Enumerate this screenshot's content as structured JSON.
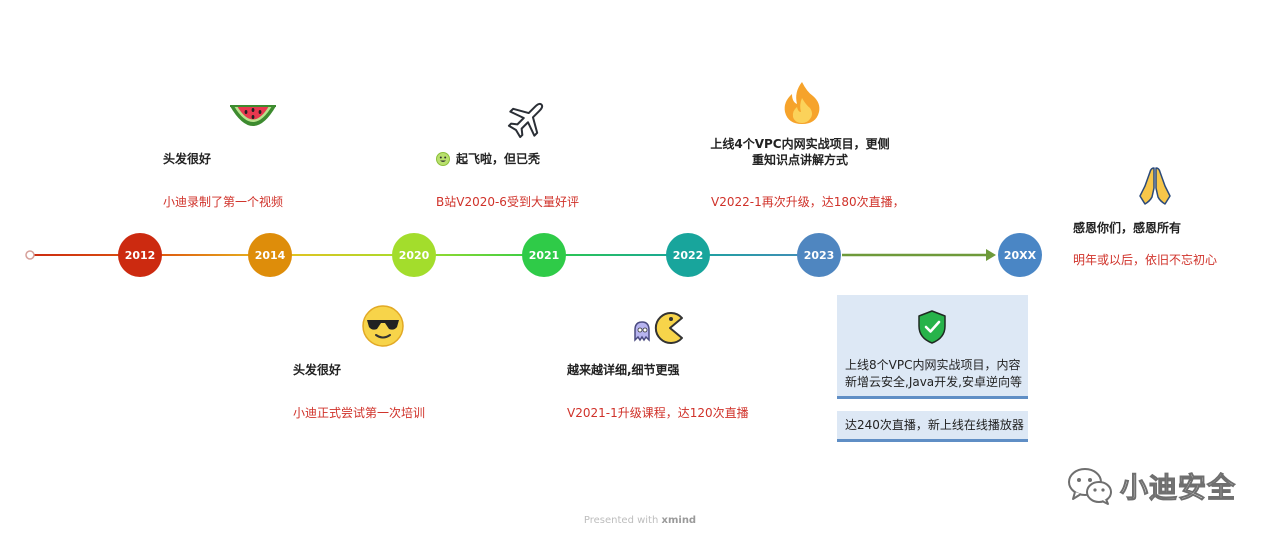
{
  "timeline": {
    "nodes": [
      {
        "year": "2012",
        "color": "#cc2a10"
      },
      {
        "year": "2014",
        "color": "#de8d0a"
      },
      {
        "year": "2020",
        "color": "#a3dd2c"
      },
      {
        "year": "2021",
        "color": "#2fcb48"
      },
      {
        "year": "2022",
        "color": "#18a59c"
      },
      {
        "year": "2023",
        "color": "#4f86c0"
      },
      {
        "year": "20XX",
        "color": "#4a86c5"
      }
    ],
    "events": [
      {
        "title": "头发很好",
        "desc": "小迪录制了第一个视频",
        "icon": "watermelon-icon"
      },
      {
        "title": "头发很好",
        "desc": "小迪正式尝试第一次培训",
        "icon": "sunglasses-face-icon"
      },
      {
        "title": "起飞啦，但已秃",
        "desc": "B站V2020-6受到大量好评",
        "icon": "airplane-icon"
      },
      {
        "title": "越来越详细,细节更强",
        "desc": "V2021-1升级课程，达120次直播",
        "icon": "pacman-ghost-icon"
      },
      {
        "title_lines": [
          "上线4个VPC内网实战项目，更侧",
          "重知识点讲解方式"
        ],
        "desc": "V2022-1再次升级，达180次直播，",
        "icon": "fire-icon"
      },
      {
        "title": "感恩你们，感恩所有",
        "desc": "明年或以后，依旧不忘初心",
        "icon": "praying-hands-icon"
      }
    ],
    "card": {
      "lines": [
        "上线8个VPC内网实战项目，内容",
        "新增云安全,Java开发,安卓逆向等"
      ],
      "secondary": "达240次直播，新上线在线播放器",
      "icon": "shield-check-icon"
    }
  },
  "footer": {
    "prefix": "Presented with",
    "brand": "xmind"
  },
  "watermark": {
    "text": "小迪安全",
    "icon": "wechat-icon"
  }
}
